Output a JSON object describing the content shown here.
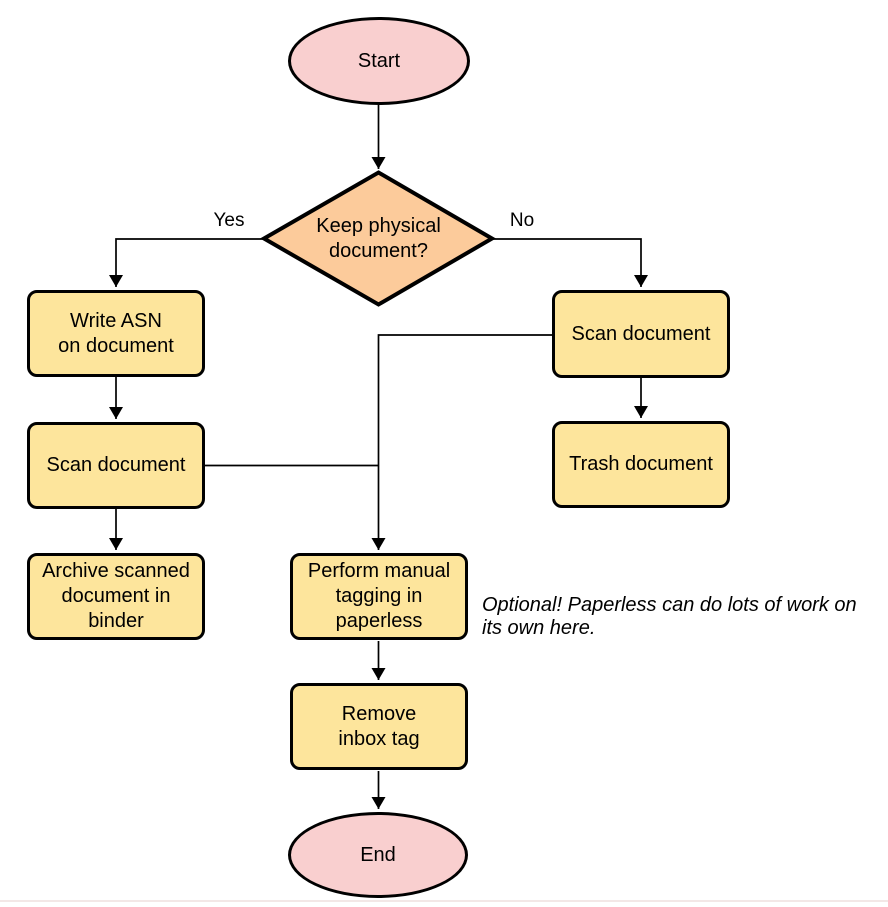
{
  "colors": {
    "terminal_fill": "#f9cfcf",
    "decision_fill": "#fccb9b",
    "process_fill": "#fde59c",
    "stroke": "#000000",
    "background": "#ffffff"
  },
  "nodes": {
    "start": {
      "type": "terminal",
      "label": "Start"
    },
    "decision": {
      "type": "decision",
      "label": "Keep physical\ndocument?"
    },
    "write_asn": {
      "type": "process",
      "label": "Write ASN\non document"
    },
    "scan_left": {
      "type": "process",
      "label": "Scan document"
    },
    "archive": {
      "type": "process",
      "label": "Archive scanned\ndocument in\nbinder"
    },
    "scan_right": {
      "type": "process",
      "label": "Scan document"
    },
    "trash": {
      "type": "process",
      "label": "Trash document"
    },
    "tagging": {
      "type": "process",
      "label": "Perform manual\ntagging in\npaperless"
    },
    "remove_inbox": {
      "type": "process",
      "label": "Remove\ninbox tag"
    },
    "end": {
      "type": "terminal",
      "label": "End"
    }
  },
  "edge_labels": {
    "yes": "Yes",
    "no": "No"
  },
  "annotation": "Optional! Paperless can do lots of work on\nits own here."
}
